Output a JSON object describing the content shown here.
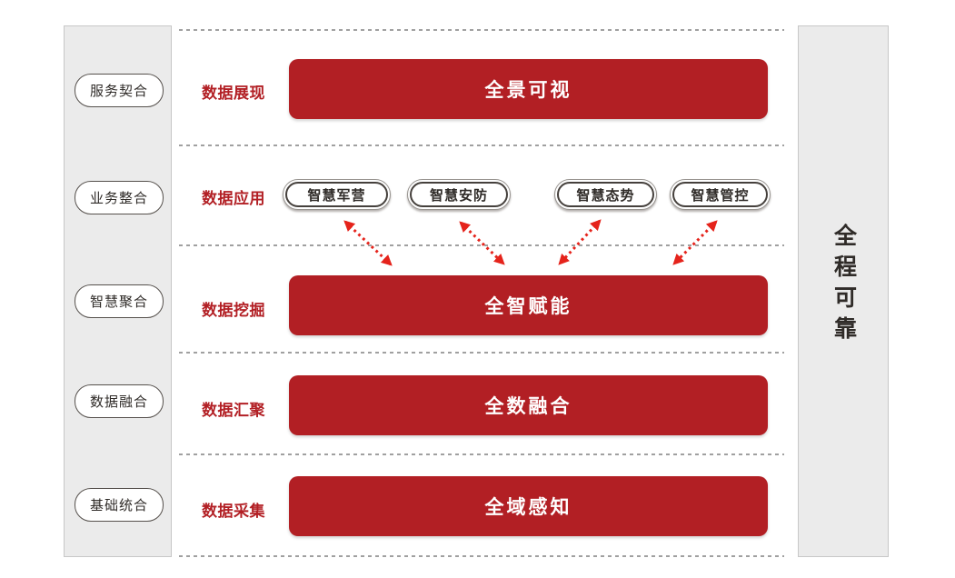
{
  "diagram": {
    "left_panel": {
      "items": [
        {
          "label": "服务契合"
        },
        {
          "label": "业务整合"
        },
        {
          "label": "智慧聚合"
        },
        {
          "label": "数据融合"
        },
        {
          "label": "基础统合"
        }
      ]
    },
    "rows": [
      {
        "label": "数据展现",
        "bar": "全景可视"
      },
      {
        "label": "数据应用",
        "apps": [
          "智慧军营",
          "智慧安防",
          "智慧态势",
          "智慧管控"
        ]
      },
      {
        "label": "数据挖掘",
        "bar": "全智赋能"
      },
      {
        "label": "数据汇聚",
        "bar": "全数融合"
      },
      {
        "label": "数据采集",
        "bar": "全域感知"
      }
    ],
    "right_panel": {
      "label": "全程可靠"
    },
    "colors": {
      "bar_red": "#b21f24",
      "label_red": "#b21f24",
      "arrow_red": "#e5231b",
      "panel_gray": "#ebebeb",
      "line_gray": "#a0a0a0"
    }
  }
}
